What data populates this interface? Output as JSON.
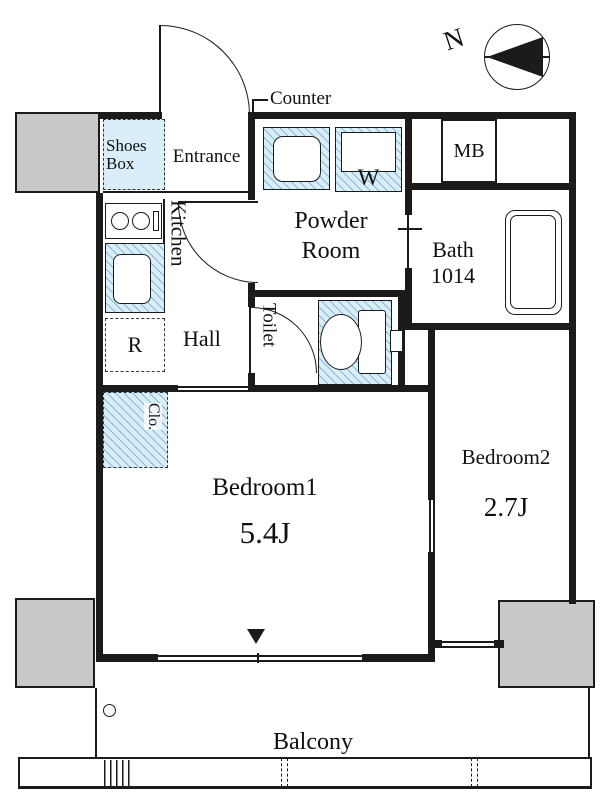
{
  "compass": {
    "north": "N"
  },
  "labels": {
    "counter": "Counter"
  },
  "rooms": {
    "shoes_box": {
      "line1": "Shoes",
      "line2": "Box"
    },
    "entrance": {
      "name": "Entrance"
    },
    "powder_room": {
      "line1": "Powder",
      "line2": "Room"
    },
    "meter_box": {
      "name": "MB"
    },
    "bath": {
      "name": "Bath",
      "size": "1014"
    },
    "kitchen": {
      "name": "Kitchen"
    },
    "hall": {
      "name": "Hall"
    },
    "toilet": {
      "name": "Toilet"
    },
    "bedroom1": {
      "name": "Bedroom1",
      "size": "5.4J"
    },
    "bedroom2": {
      "name": "Bedroom2",
      "size": "2.7J"
    },
    "balcony": {
      "name": "Balcony"
    }
  },
  "fixtures": {
    "washing_machine": {
      "label": "W"
    },
    "refrigerator": {
      "label": "R"
    },
    "closet": {
      "label": "Clo."
    }
  },
  "colors": {
    "wall": "#1b1b1b",
    "concrete_fill": "#c8c8c8",
    "water_fill": "#d9eef8",
    "hatch_line": "#86bcd6",
    "text": "#111111"
  }
}
